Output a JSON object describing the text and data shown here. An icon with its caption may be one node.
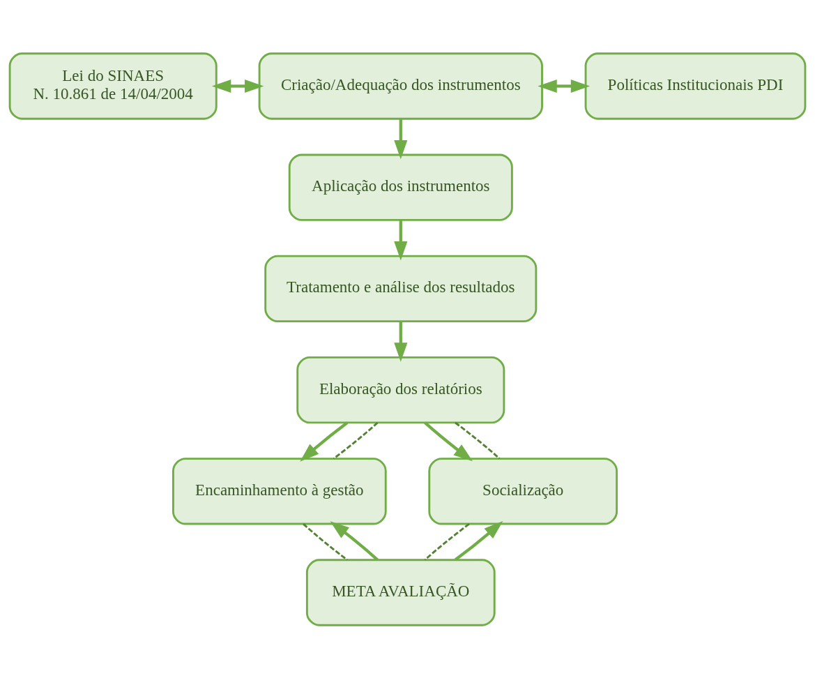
{
  "diagram": {
    "nodes": [
      {
        "text": [
          "Lei do SINAES",
          "N. 10.861 de 14/04/2004"
        ]
      },
      {
        "text": [
          "Criação/Adequação dos instrumentos"
        ]
      },
      {
        "text": [
          "Políticas Institucionais PDI"
        ]
      },
      {
        "text": [
          "Aplicação dos instrumentos"
        ]
      },
      {
        "text": [
          "Tratamento e análise dos resultados"
        ]
      },
      {
        "text": [
          "Elaboração dos relatórios"
        ]
      },
      {
        "text": [
          "Encaminhamento à gestão"
        ]
      },
      {
        "text": [
          "Socialização"
        ]
      },
      {
        "text": [
          "META AVALIAÇÃO"
        ]
      }
    ],
    "edges": [
      {
        "from": 0,
        "to": 1,
        "arrow": "both"
      },
      {
        "from": 1,
        "to": 2,
        "arrow": "both"
      },
      {
        "from": 1,
        "to": 3,
        "arrow": "to"
      },
      {
        "from": 3,
        "to": 4,
        "arrow": "to"
      },
      {
        "from": 4,
        "to": 5,
        "arrow": "to"
      },
      {
        "from": 5,
        "to": 6,
        "arrow": "to"
      },
      {
        "from": 5,
        "to": 7,
        "arrow": "to"
      },
      {
        "from": 8,
        "to": 6,
        "arrow": "to"
      },
      {
        "from": 8,
        "to": 7,
        "arrow": "to"
      },
      {
        "from": 5,
        "to": 6,
        "arrow": "none",
        "style": "dashed"
      },
      {
        "from": 5,
        "to": 7,
        "arrow": "none",
        "style": "dashed"
      },
      {
        "from": 6,
        "to": 8,
        "arrow": "none",
        "style": "dashed"
      },
      {
        "from": 7,
        "to": 8,
        "arrow": "none",
        "style": "dashed"
      }
    ]
  }
}
